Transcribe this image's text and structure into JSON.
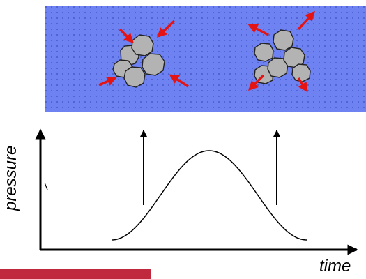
{
  "diagram": {
    "ylabel": "pressure",
    "xlabel": "time",
    "water_color": "#6f82f2",
    "dot_color": "#3a4fc0",
    "particle_fill": "#b3b3b3",
    "particle_stroke": "#222222",
    "arrow_color": "#e41414",
    "curve_color": "#000000",
    "footer_bar_color": "#c0283e",
    "states": [
      {
        "state": "compressed",
        "arrows": "inward"
      },
      {
        "state": "expanded",
        "arrows": "outward"
      }
    ],
    "curve_shape": "bell"
  }
}
